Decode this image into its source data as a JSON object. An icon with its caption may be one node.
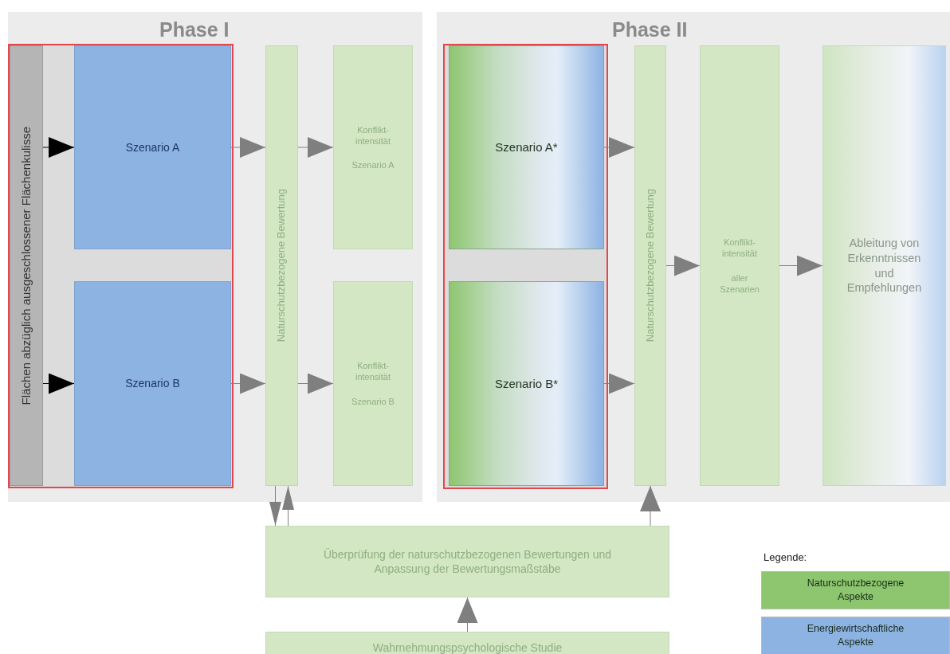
{
  "diagram": {
    "nodes": [
      {
        "text": [
          "Phase I"
        ]
      },
      {
        "text": [],
        "shape": "box",
        "in": 0
      },
      {
        "text": [
          "Flächen abzüglich ausgeschlossener Flächenkulisse"
        ],
        "in": 1
      },
      {
        "text": [
          "Szenario A"
        ],
        "in": 1
      },
      {
        "text": [
          "Szenario B"
        ],
        "in": 1
      },
      {
        "text": [
          "Naturschutzbezogene Bewertung"
        ],
        "in": 0
      },
      {
        "text": [
          "Konflikt- intensität",
          "Szenario A"
        ],
        "in": 0
      },
      {
        "text": [
          "Konflikt- intensität",
          "Szenario B"
        ],
        "in": 0
      },
      {
        "text": [
          "Phase II"
        ]
      },
      {
        "text": [],
        "shape": "box",
        "in": 8
      },
      {
        "text": [
          "Szenario A*"
        ],
        "in": 9
      },
      {
        "text": [
          "Szenario B*"
        ],
        "in": 9
      },
      {
        "text": [
          "Naturschutzbezogene Bewertung"
        ],
        "in": 8
      },
      {
        "text": [
          "Konflikt- intensität",
          "aller Szenarien"
        ],
        "in": 8
      },
      {
        "text": [
          "Ableitung von Erkenntnissen und Empfehlungen"
        ],
        "in": 8
      },
      {
        "text": [
          "Überprüfung der naturschutzbezogenen Bewertungen und Anpassung der Bewertungsmaßstäbe"
        ]
      },
      {
        "text": [
          "Wahrnehmungspsychologische Studie"
        ]
      }
    ],
    "edges": [
      {
        "from": 2,
        "to": 3,
        "arrow": "to",
        "color": "#000000"
      },
      {
        "from": 2,
        "to": 4,
        "arrow": "to",
        "color": "#000000"
      },
      {
        "from": 3,
        "to": 5,
        "arrow": "to"
      },
      {
        "from": 4,
        "to": 5,
        "arrow": "to"
      },
      {
        "from": 5,
        "to": 6,
        "arrow": "to"
      },
      {
        "from": 5,
        "to": 7,
        "arrow": "to"
      },
      {
        "from": 10,
        "to": 12,
        "arrow": "to"
      },
      {
        "from": 11,
        "to": 12,
        "arrow": "to"
      },
      {
        "from": 12,
        "to": 13,
        "arrow": "to"
      },
      {
        "from": 13,
        "to": 14,
        "arrow": "to"
      },
      {
        "from": 5,
        "to": 15,
        "arrow": "to"
      },
      {
        "from": 15,
        "to": 5,
        "arrow": "to"
      },
      {
        "from": 15,
        "to": 12,
        "arrow": "to"
      },
      {
        "from": 16,
        "to": 15,
        "arrow": "to"
      }
    ],
    "labels": [
      "Legende:"
    ],
    "legend": [
      {
        "text": "Naturschutzbezogene Aspekte",
        "color": "#8dc66f"
      },
      {
        "text": "Energiewirtschaftliche Aspekte",
        "color": "#8db3e2"
      }
    ]
  }
}
